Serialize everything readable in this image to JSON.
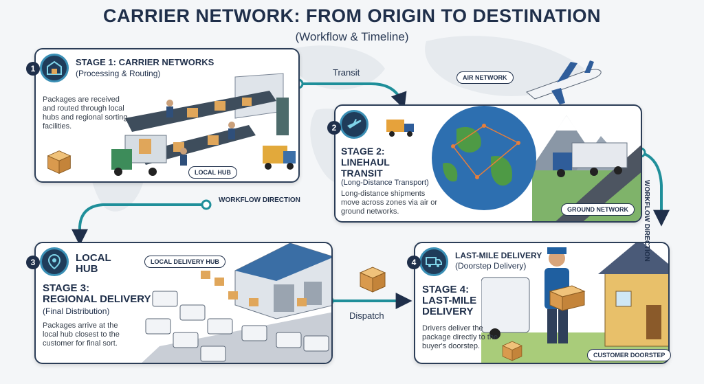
{
  "header": {
    "title": "CARRIER NETWORK: FROM ORIGIN TO DESTINATION",
    "subtitle": "(Workflow & Timeline)"
  },
  "stage1": {
    "number": "1",
    "heading": "STAGE 1: CARRIER NETWORKS",
    "subheading": "(Processing & Routing)",
    "body": "Packages are received and routed through local hubs and regional sorting facilities.",
    "tag": "LOCAL HUB"
  },
  "stage2": {
    "number": "2",
    "heading_line1": "STAGE 2:",
    "heading_line2": "LINEHAUL",
    "heading_line3": "TRANSIT",
    "subheading": "(Long-Distance Transport)",
    "body": "Long-distance shipments move across zones via air or ground networks.",
    "tag_air": "AIR NETWORK",
    "tag_ground": "GROUND NETWORK"
  },
  "stage3": {
    "number": "3",
    "hub_line1": "LOCAL",
    "hub_line2": "HUB",
    "heading_line1": "STAGE 3:",
    "heading_line2": "REGIONAL DELIVERY",
    "subheading": "(Final Distribution)",
    "body": "Packages arrive at the local hub closest to the customer for final sort.",
    "tag": "LOCAL DELIVERY HUB"
  },
  "stage4": {
    "number": "4",
    "top_line1": "LAST-MILE DELIVERY",
    "top_line2": "(Doorstep Delivery)",
    "heading_line1": "STAGE 4:",
    "heading_line2": "LAST-MILE",
    "heading_line3": "DELIVERY",
    "body": "Drivers deliver the package directly to the buyer's doorstep.",
    "tag": "CUSTOMER DOORSTEP"
  },
  "flows": {
    "transit": "Transit",
    "workflow_direction_left": "WORKFLOW DIRECTION",
    "workflow_direction_right": "WORKFLOW DIRECTION",
    "dispatch": "Dispatch"
  },
  "colors": {
    "navy": "#1f2f4a",
    "teal": "#1f8f9a",
    "accent": "#3a8fb5"
  }
}
